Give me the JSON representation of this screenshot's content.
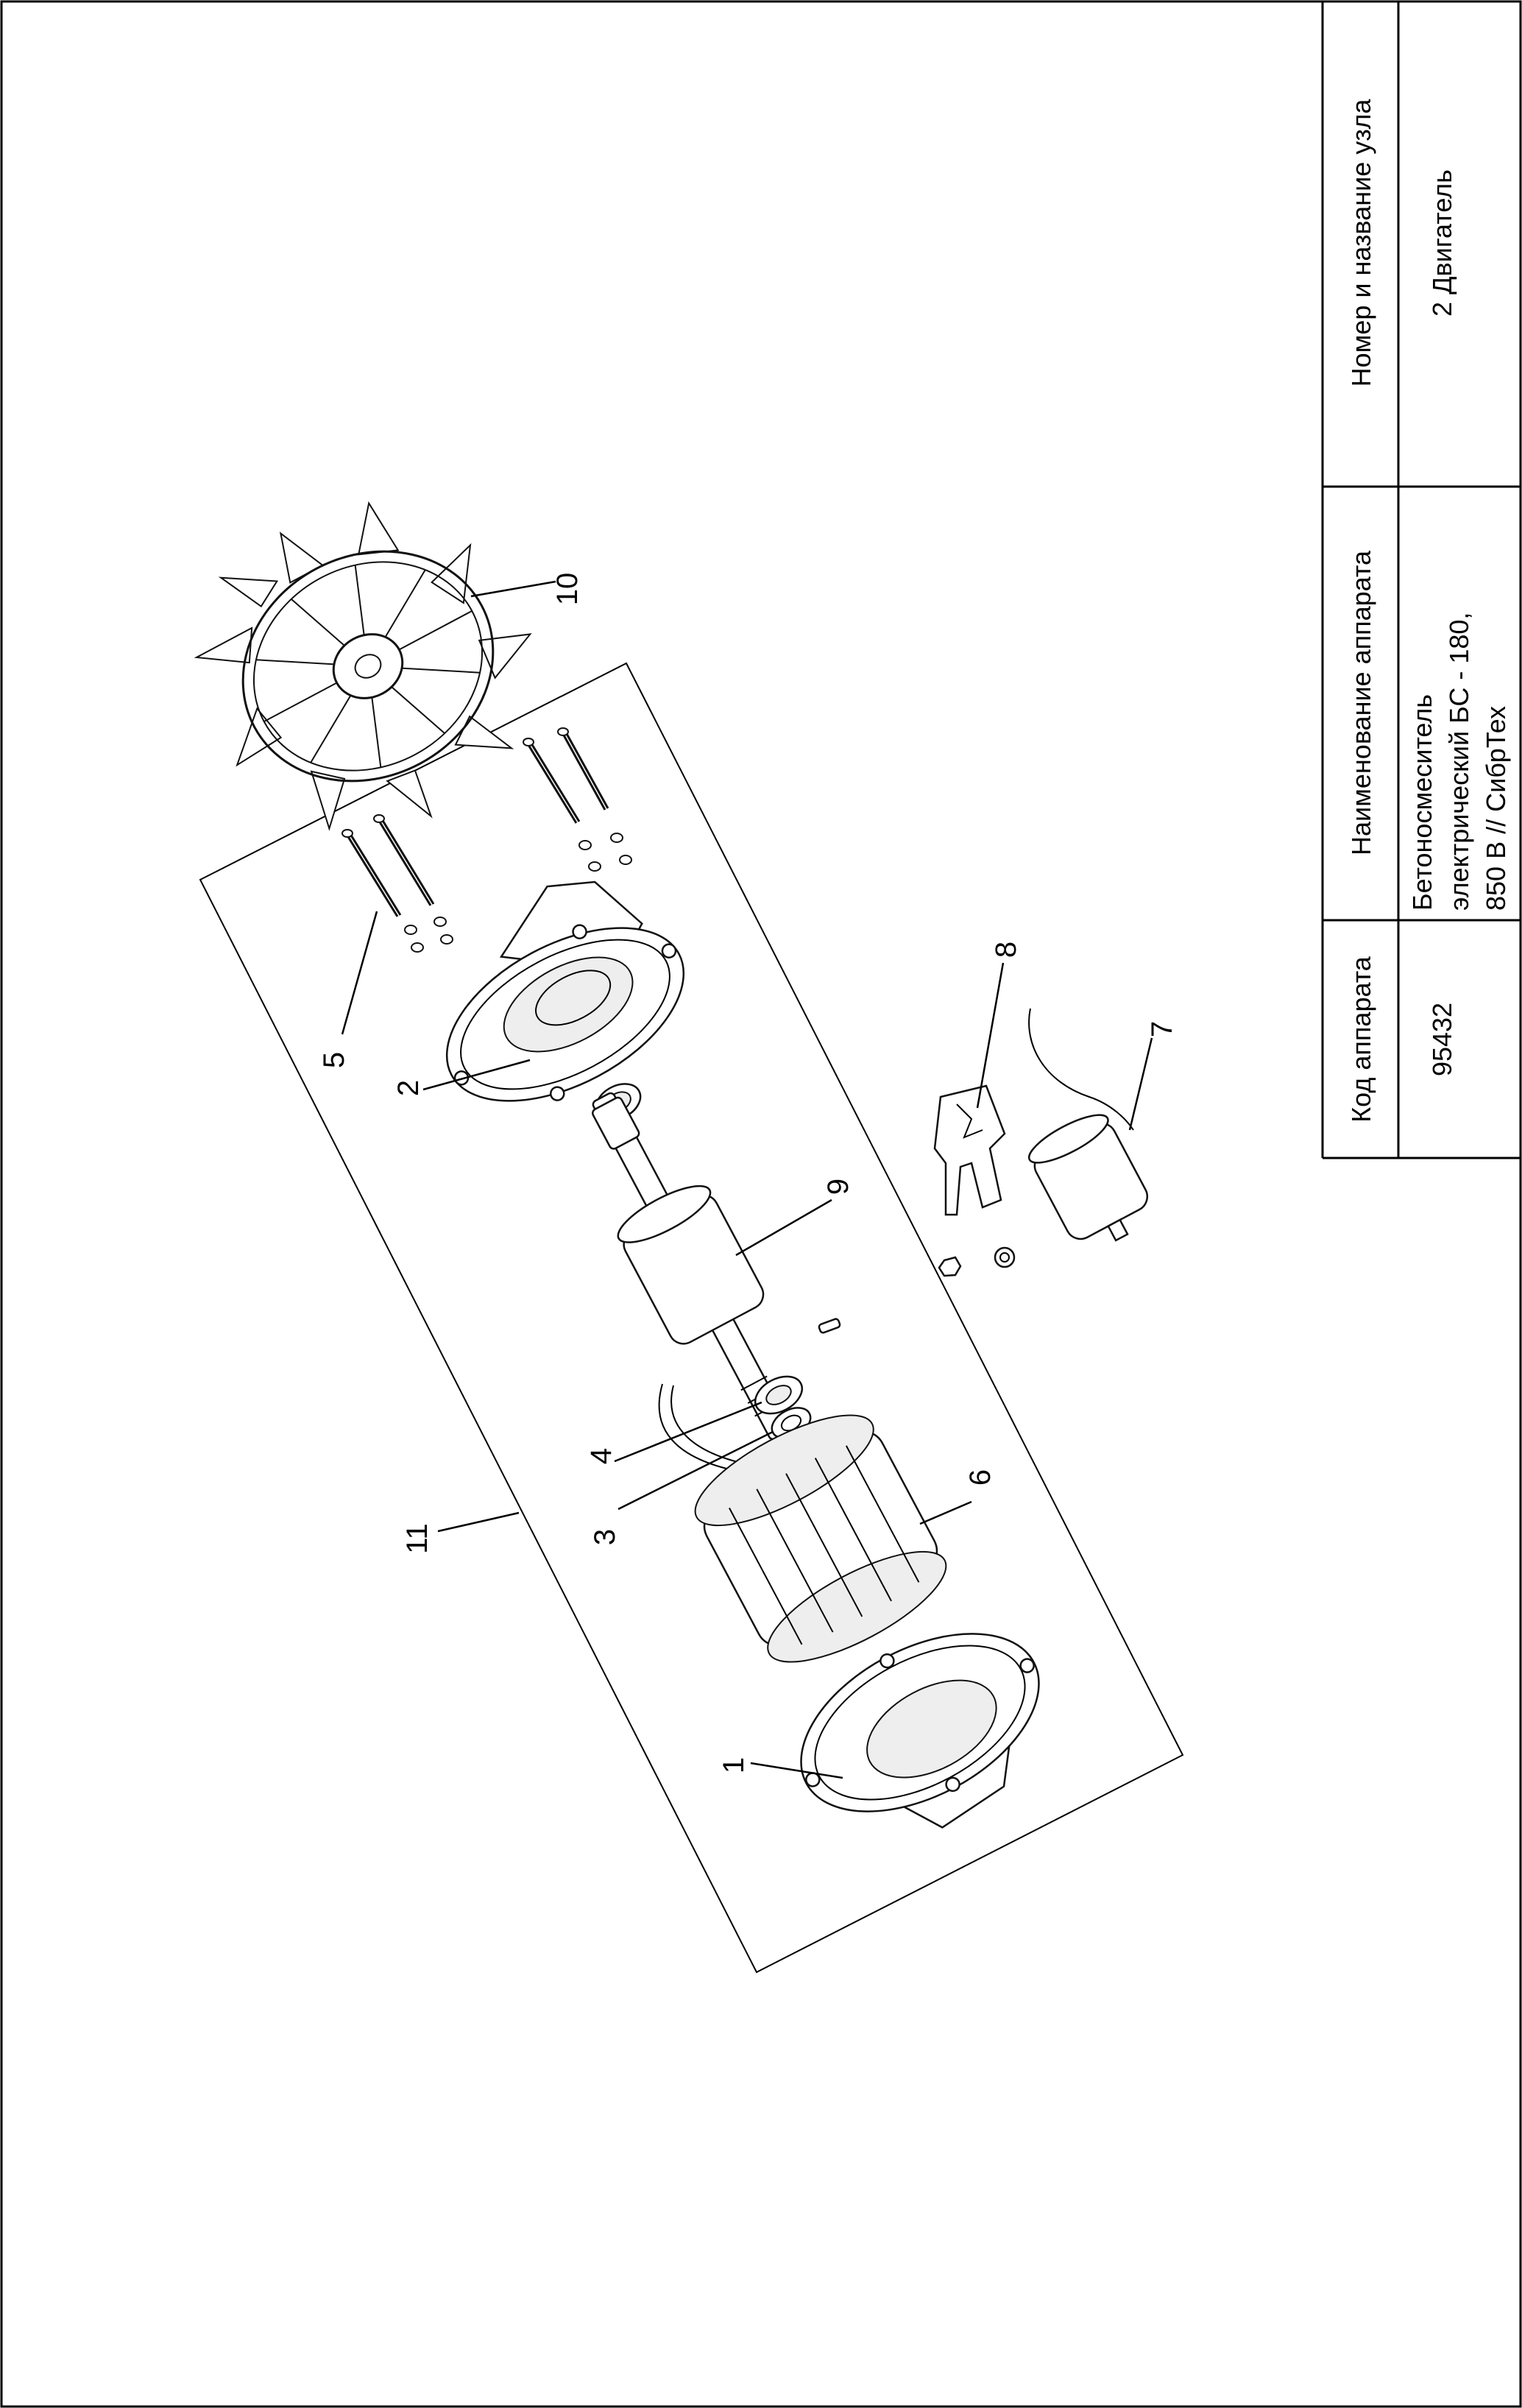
{
  "title_block": {
    "col1_header": "Код аппарата",
    "col1_value": "95432",
    "col2_header": "Наименование аппарата",
    "col2_value_line1": "Бетоносмеситель",
    "col2_value_line2": "электрический БС - 180,",
    "col2_value_line3": "850 В // СибрТех",
    "col3_header": "Номер и название узла",
    "col3_value": "2 Двигатель"
  },
  "callouts": [
    "1",
    "2",
    "3",
    "4",
    "5",
    "6",
    "7",
    "8",
    "9",
    "10",
    "11"
  ]
}
